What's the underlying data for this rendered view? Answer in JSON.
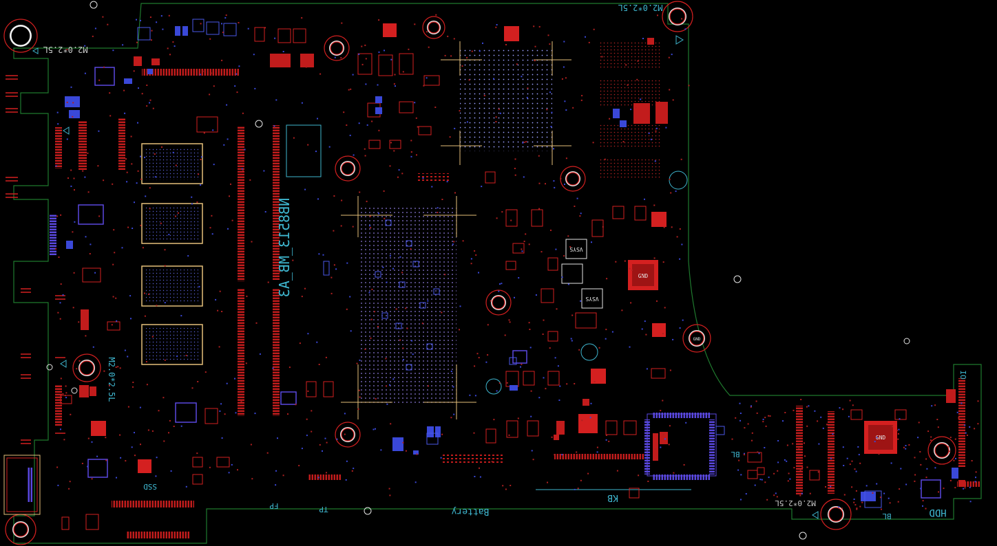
{
  "board": {
    "part_number": "NB8513_MB_A3",
    "labels": {
      "screw_tl": "M2.0*2.5L",
      "screw_tr": "M2.0*2.5L",
      "screw_left": "M2.0*2.5L",
      "screw_br": "M2.0*2.5L",
      "ssd": "SSD",
      "fp": "FP",
      "tp": "TP",
      "battery": "Battery",
      "kb": "KB",
      "bl_1": "BL",
      "bl_2": "BL",
      "hdd": "HDD",
      "io": "IO",
      "gnd_1": "GND",
      "gnd_2": "GND",
      "gnd_3": "GND",
      "vsys_1": "VSYS",
      "vsys_2": "VSYS"
    }
  },
  "colors": {
    "background": "#000000",
    "outline": "#1f7a2e",
    "top_copper": "#d42020",
    "bottom_copper": "#3a48d8",
    "silkscreen": "#3fb7d0",
    "outline_pads": "#e6c07a",
    "grid_dots": "#9aa0ff"
  }
}
